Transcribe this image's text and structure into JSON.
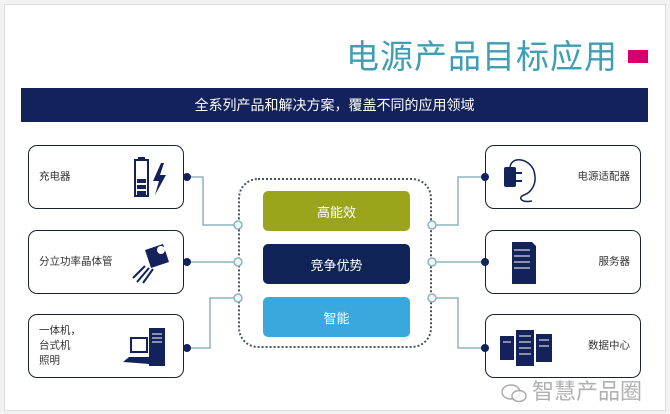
{
  "title": "电源产品目标应用",
  "banner": "全系列产品和解决方案，覆盖不同的应用领域",
  "features": [
    {
      "label": "高能效",
      "color": "#9aa51c"
    },
    {
      "label": "竞争优势",
      "color": "#0f2356"
    },
    {
      "label": "智能",
      "color": "#3aa8dc"
    }
  ],
  "left_apps": [
    {
      "label": "充电器",
      "icon": "battery-charging-icon"
    },
    {
      "label": "分立功率晶体管",
      "icon": "transistor-icon"
    },
    {
      "label": "一体机，台式机照明",
      "lines": [
        "一体机，",
        "台式机",
        "照明"
      ],
      "icon": "desktop-computer-icon"
    }
  ],
  "right_apps": [
    {
      "label": "电源适配器",
      "icon": "power-adapter-icon"
    },
    {
      "label": "服务器",
      "icon": "server-icon"
    },
    {
      "label": "数据中心",
      "icon": "data-center-icon"
    }
  ],
  "watermark": "智慧产品圈",
  "colors": {
    "title": "#3f9db4",
    "accent": "#d3006d",
    "navy": "#13225a"
  }
}
